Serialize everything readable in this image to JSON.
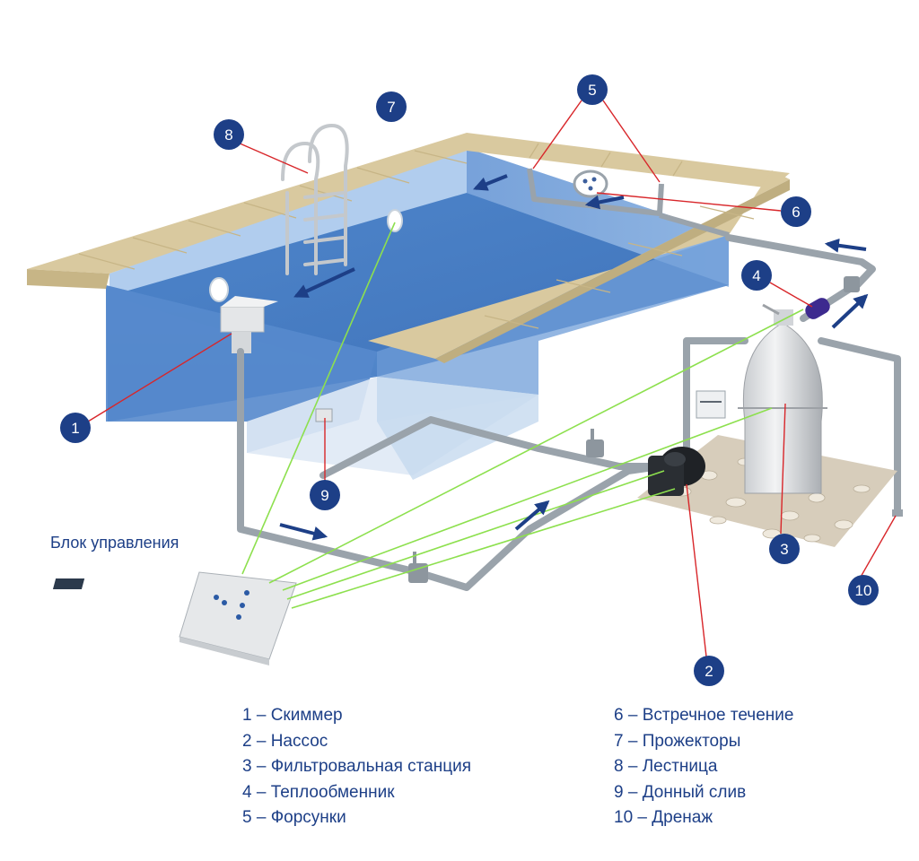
{
  "control_unit_label": "Блок управления",
  "callouts": [
    "1",
    "2",
    "3",
    "4",
    "5",
    "6",
    "7",
    "8",
    "9",
    "10"
  ],
  "legend": [
    "1 – Скиммер",
    "2 – Нассос",
    "3 – Фильтровальная станция",
    "4 – Теплообменник",
    "5 – Форсунки",
    "6 – Встречное течение",
    "7 – Прожекторы",
    "8 – Лестница",
    "9 – Донный слив",
    "10 – Дренаж"
  ],
  "colors": {
    "water": "#5b8fcf",
    "deck": "#d8c79a",
    "callout": "#1d3f87",
    "leader_red": "#d8262a",
    "signal_green": "#8de04e",
    "pipe": "#9aa3ab",
    "flow_arrow": "#1d3f87"
  }
}
